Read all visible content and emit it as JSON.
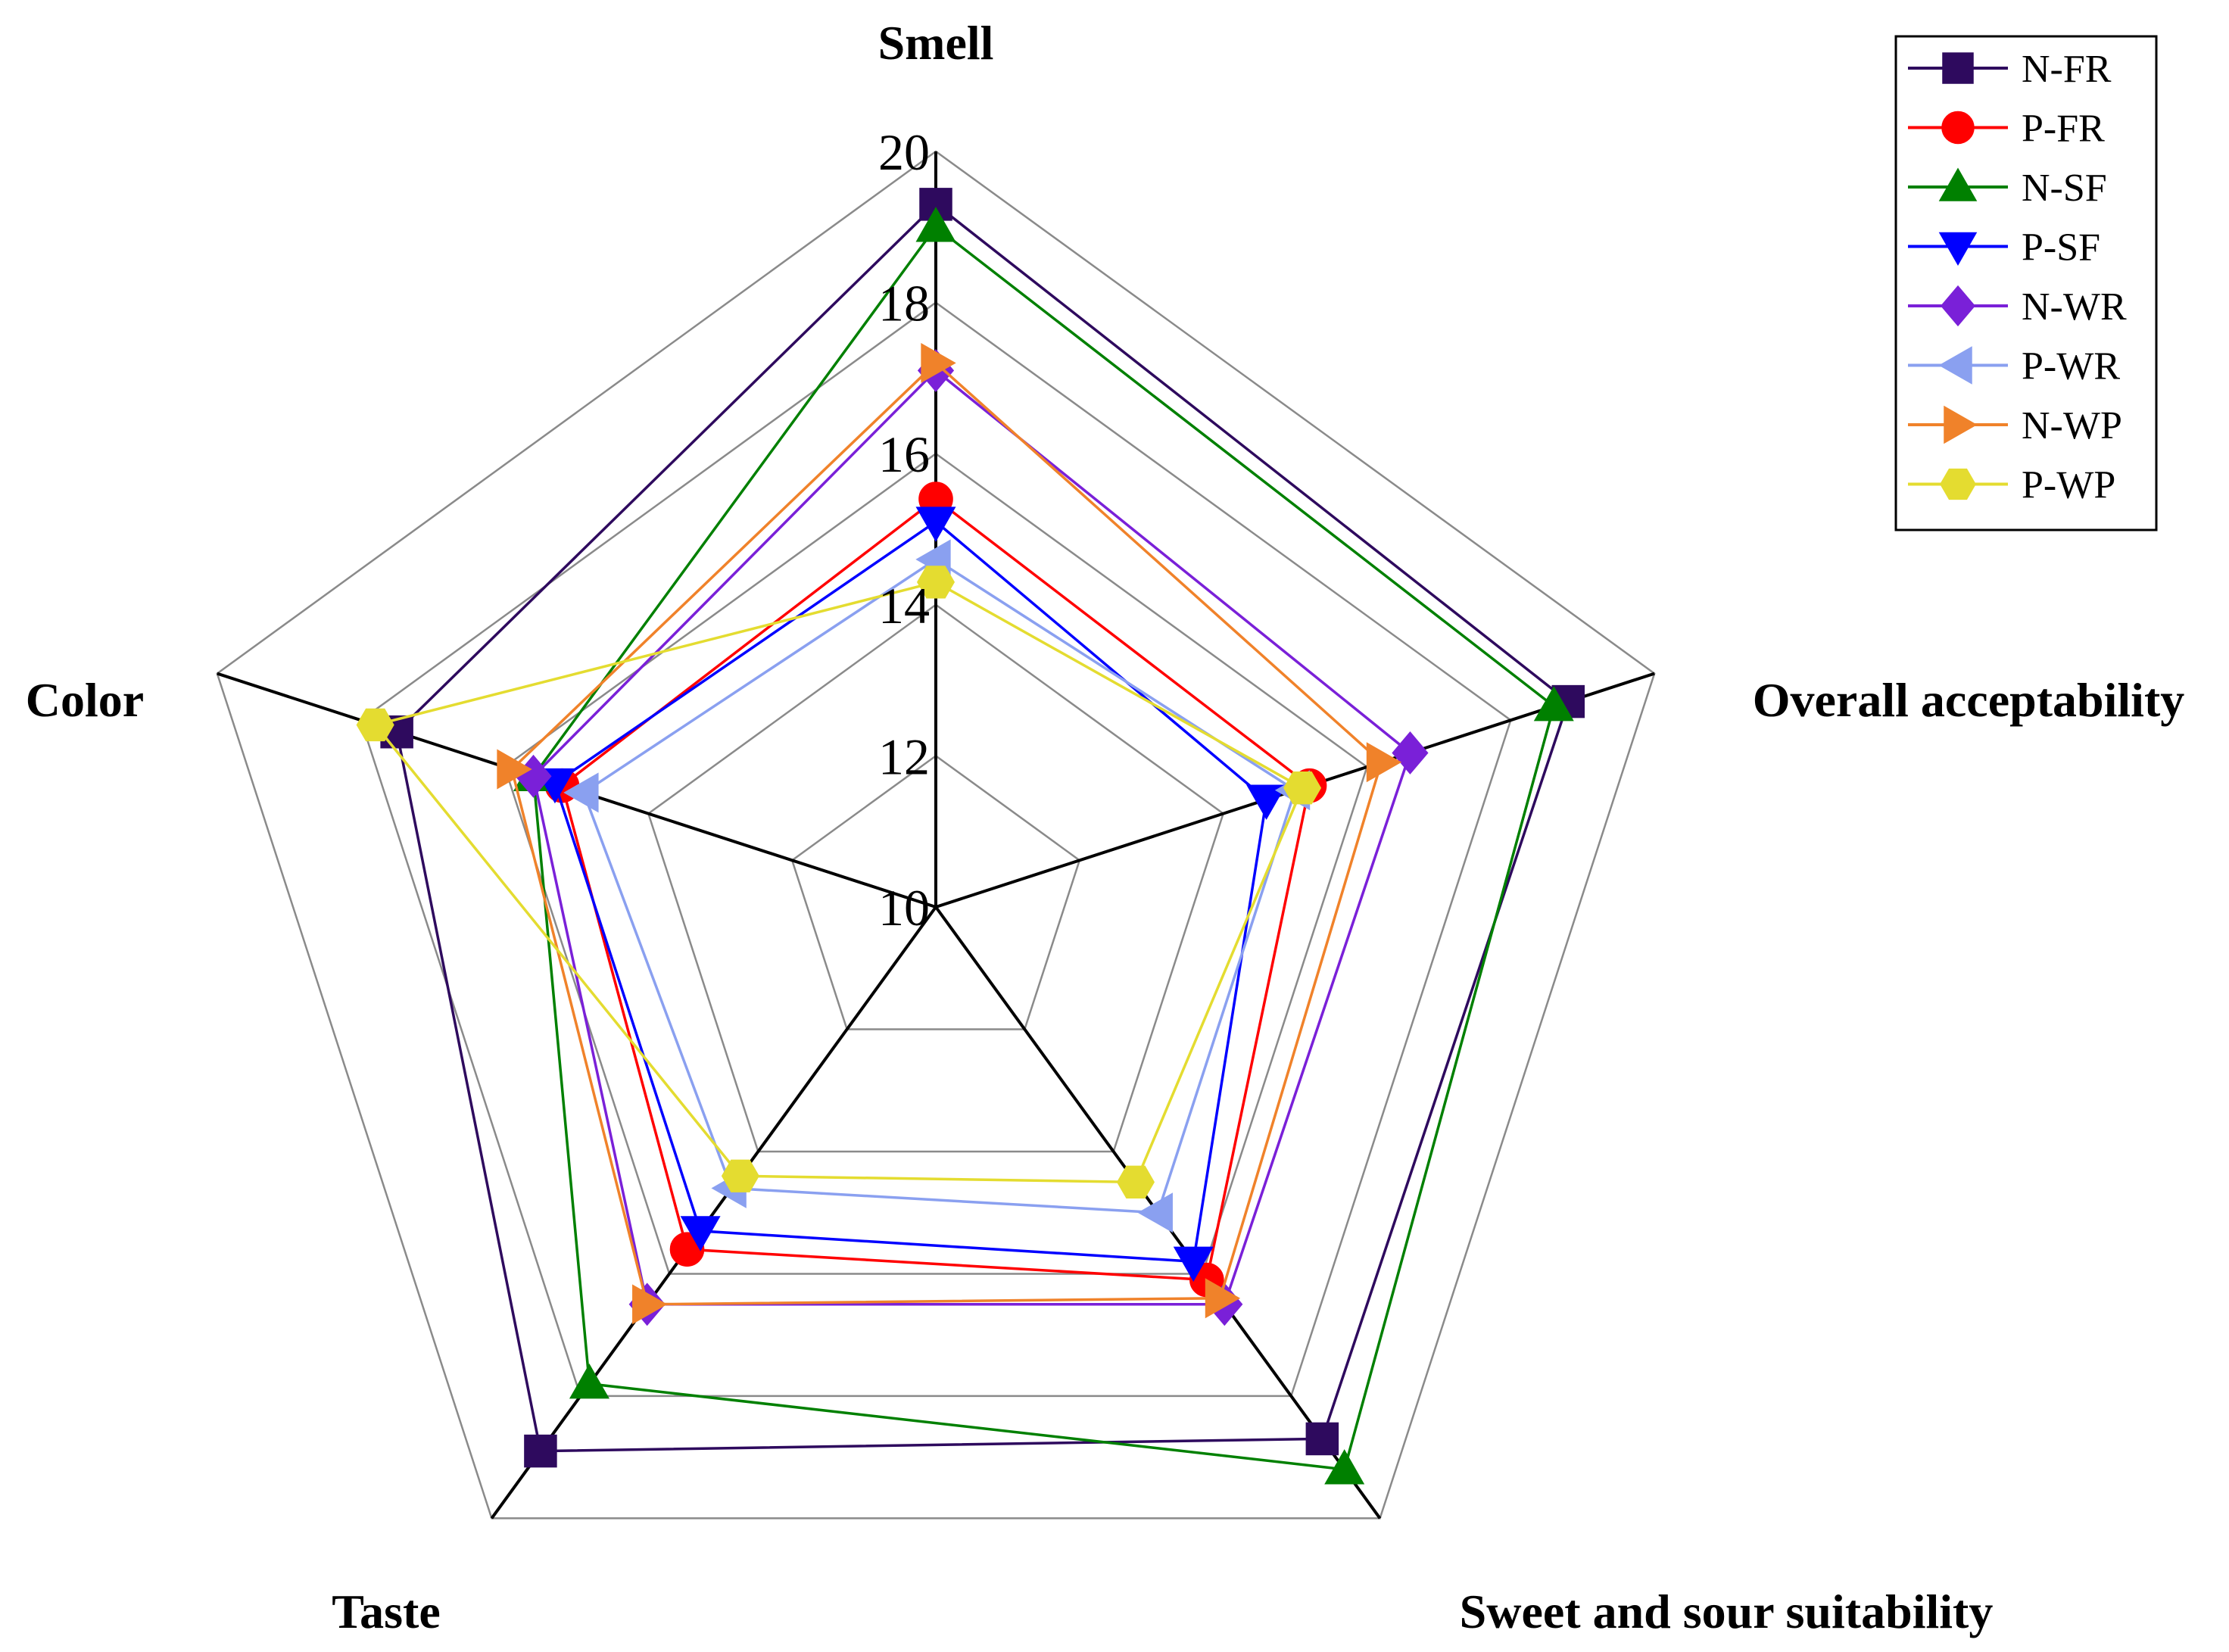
{
  "chart_data": {
    "type": "radar",
    "axes": [
      "Smell",
      "Overall acceptability",
      "Sweet and sour suitability",
      "Taste",
      "Color"
    ],
    "rlim": [
      10,
      20
    ],
    "ticks": [
      "10",
      "12",
      "14",
      "16",
      "18",
      "20"
    ],
    "grid": true,
    "legend_position": "top-right",
    "series": [
      {
        "name": "N-FR",
        "color": "#2e0a5e",
        "marker": "square",
        "values": [
          19.3,
          18.8,
          18.7,
          18.9,
          17.5
        ]
      },
      {
        "name": "P-FR",
        "color": "#ff0000",
        "marker": "circle",
        "values": [
          15.4,
          15.2,
          16.1,
          15.6,
          15.2
        ]
      },
      {
        "name": "N-SF",
        "color": "#008000",
        "marker": "triangle-up",
        "values": [
          19.0,
          18.6,
          19.2,
          17.8,
          15.6
        ]
      },
      {
        "name": "P-SF",
        "color": "#0000ff",
        "marker": "triangle-down",
        "values": [
          15.1,
          14.6,
          15.8,
          15.3,
          15.3
        ]
      },
      {
        "name": "N-WR",
        "color": "#7a20d8",
        "marker": "diamond",
        "values": [
          17.1,
          16.6,
          16.5,
          16.5,
          15.6
        ]
      },
      {
        "name": "P-WR",
        "color": "#8aa0f0",
        "marker": "triangle-left",
        "values": [
          14.6,
          15.0,
          15.0,
          14.6,
          14.9
        ]
      },
      {
        "name": "N-WP",
        "color": "#f0822a",
        "marker": "triangle-right",
        "values": [
          17.2,
          16.2,
          16.4,
          16.5,
          15.9
        ]
      },
      {
        "name": "P-WP",
        "color": "#e4dc30",
        "marker": "hexagon",
        "values": [
          14.3,
          15.1,
          14.5,
          14.4,
          17.8
        ]
      }
    ]
  }
}
